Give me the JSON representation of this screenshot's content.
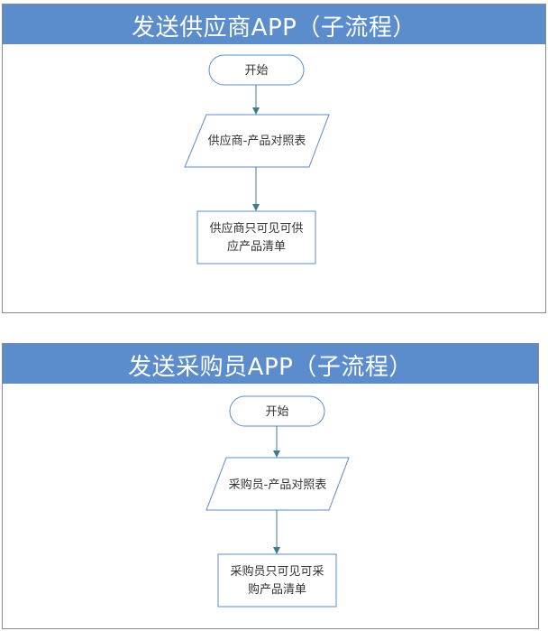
{
  "diagrams": [
    {
      "title": "发送供应商APP（子流程）",
      "start": "开始",
      "input": "供应商-产品对照表",
      "result_lines": [
        "供应商只可见可供",
        "应产品清单"
      ]
    },
    {
      "title": "发送采购员APP（子流程）",
      "start": "开始",
      "input": "采购员-产品对照表",
      "result_lines": [
        "采购员只可见可采",
        "购产品清单"
      ]
    }
  ],
  "colors": {
    "header_bg": "#5b8ccc",
    "header_text": "#ffffff",
    "node_border": "#5b8ccc",
    "connector": "#3f7b8c",
    "text": "#333333"
  }
}
